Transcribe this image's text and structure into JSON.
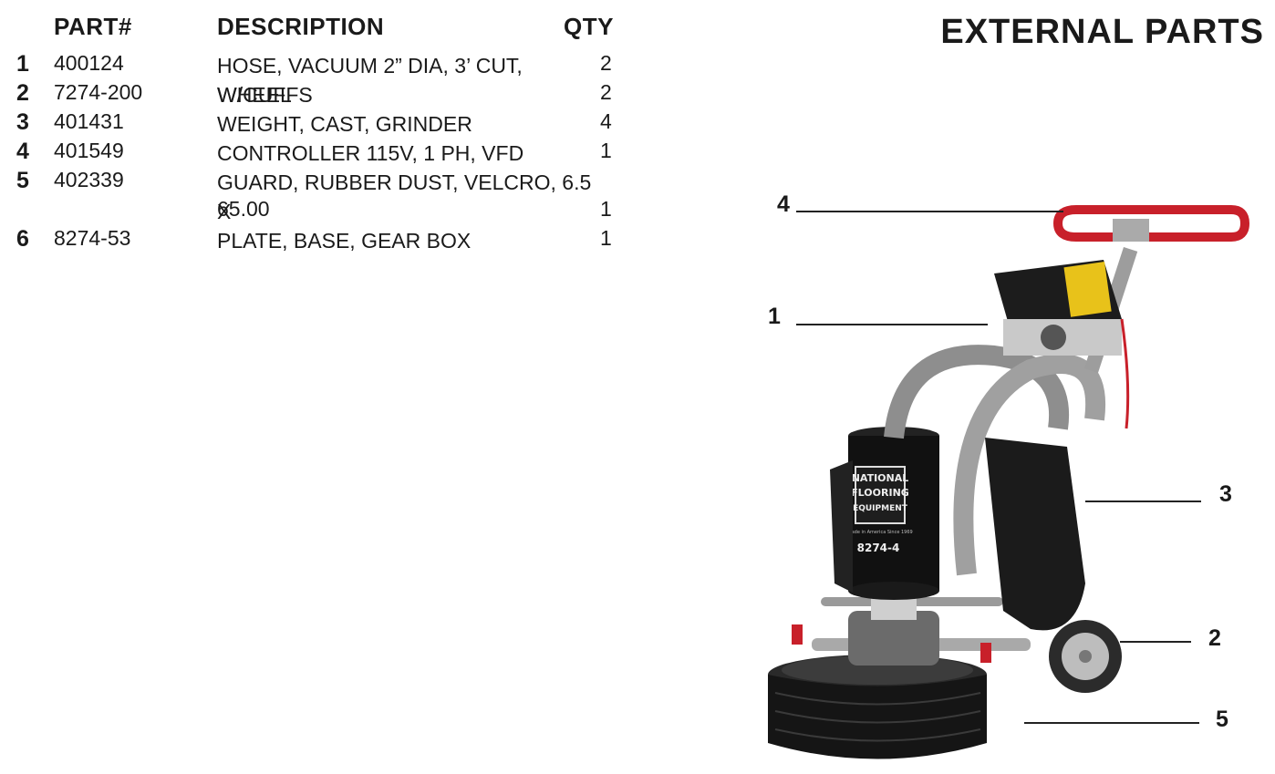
{
  "title": "EXTERNAL PARTS",
  "table": {
    "headers": {
      "part": "PART#",
      "description": "DESCRIPTION",
      "qty": "QTY"
    },
    "rows": [
      {
        "num": "1",
        "part": "400124",
        "description": "HOSE, VACUUM 2” DIA, 3’ CUT, W/CUFFS",
        "qty": "2"
      },
      {
        "num": "2",
        "part": "7274-200",
        "description": "WHEEL",
        "qty": "2"
      },
      {
        "num": "3",
        "part": "401431",
        "description": "WEIGHT, CAST, GRINDER",
        "qty": "4"
      },
      {
        "num": "4",
        "part": "401549",
        "description": "CONTROLLER 115V, 1 PH, VFD",
        "qty": "1"
      },
      {
        "num": "5",
        "part": "402339",
        "description": "GUARD, RUBBER DUST, VELCRO, 6.5 X",
        "description_line2": "65.00",
        "qty": "1"
      },
      {
        "num": "6",
        "part": "8274-53",
        "description": "PLATE, BASE, GEAR BOX",
        "qty": "1"
      }
    ]
  },
  "callouts": [
    {
      "label": "4"
    },
    {
      "label": "1"
    },
    {
      "label": "3"
    },
    {
      "label": "2"
    },
    {
      "label": "5"
    }
  ],
  "machine_label": {
    "brand_line1": "NATIONAL",
    "brand_line2": "FLOORING",
    "brand_line3": "EQUIPMENT",
    "tagline": "Made in America Since 1969",
    "model": "8274-4"
  }
}
